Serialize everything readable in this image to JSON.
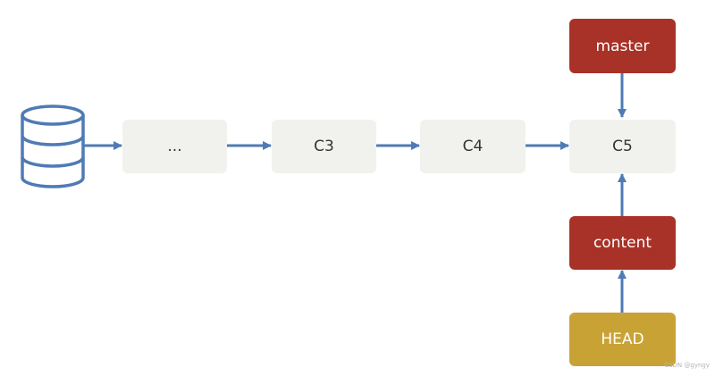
{
  "commits": {
    "c_prev": "...",
    "c3": "C3",
    "c4": "C4",
    "c5": "C5"
  },
  "refs": {
    "master": "master",
    "content": "content",
    "head": "HEAD"
  },
  "icons": {
    "repository": "database-icon"
  },
  "colors": {
    "commit_fill": "#f1f1ee",
    "branch_fill": "#a83228",
    "head_fill": "#c9a235",
    "arrow": "#4f7bb5"
  },
  "watermark": "CSDN @gyngy"
}
